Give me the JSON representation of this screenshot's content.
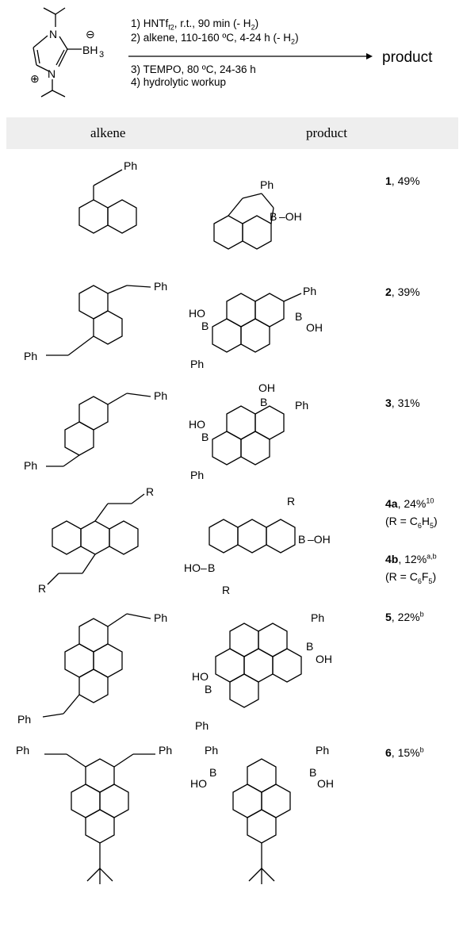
{
  "scheme": {
    "steps": [
      "1) HNTf",
      "2) alkene, 110-160 ºC, 4-24 h (- H",
      "3) TEMPO, 80 ºC, 24-36 h",
      "4) hydrolytic workup"
    ],
    "step1_rest": ", r.t., 90 min (- H",
    "step1_sub": "2",
    "step1_tail": ")",
    "step2_sub": "2",
    "step2_tail": ")",
    "product_label": "product",
    "reagent_labels": {
      "n1": "N",
      "n2": "N",
      "boron": "BH",
      "boron_sub": "3",
      "minus": "⊖",
      "plus": "⊕"
    }
  },
  "table": {
    "headers": {
      "alkene": "alkene",
      "product": "product"
    },
    "rows": [
      {
        "id": "1",
        "result": ", 49%"
      },
      {
        "id": "2",
        "result": ", 39%"
      },
      {
        "id": "3",
        "result": ", 31%"
      },
      {
        "id": "4a",
        "result": ", 24%",
        "note": "10",
        "r_line": "(R = C",
        "r_sub": "6",
        "r_h": "H",
        "r_hsub": "5",
        "r_end": ")"
      },
      {
        "id": "4b",
        "result": ", 12%",
        "note": "a,b",
        "r_line": "(R = C",
        "r_sub": "6",
        "r_h": "F",
        "r_hsub": "5",
        "r_end": ")"
      },
      {
        "id": "5",
        "result": ", 22%",
        "note": "b"
      },
      {
        "id": "6",
        "result": ", 15%",
        "note": "b"
      }
    ]
  },
  "atom_labels": {
    "ph": "Ph",
    "boron": "B",
    "oh": "OH",
    "ho": "HO",
    "r": "R",
    "dash_oh": "–OH",
    "ho_dash": "HO–"
  }
}
